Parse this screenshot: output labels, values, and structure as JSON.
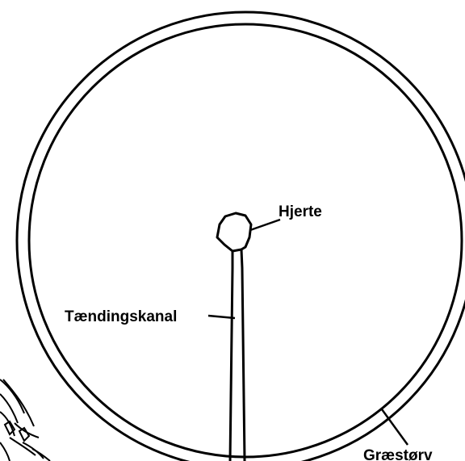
{
  "labels": {
    "heart": "Hjerte",
    "channel": "Tændingskanal",
    "turf": "Græstørv"
  },
  "icons": [
    "hand-sketch-icon"
  ],
  "colors": {
    "line": "#000000",
    "background": "#ffffff"
  }
}
